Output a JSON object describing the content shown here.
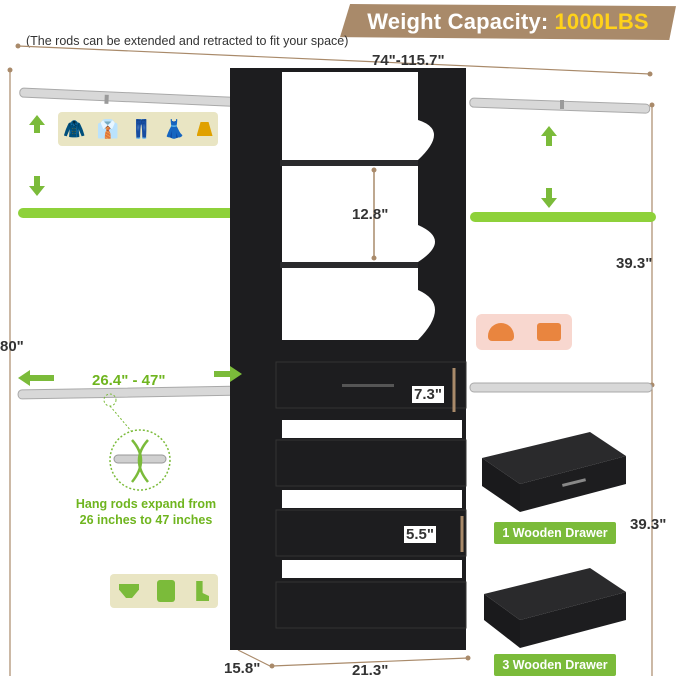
{
  "banner": {
    "label": "Weight Capacity:",
    "value": "1000LBS"
  },
  "note": "(The rods can be extended and retracted to fit your space)",
  "dims": {
    "width_range": "74\"-115.7\"",
    "height": "80\"",
    "rod_height_upper": "39.3\"",
    "rod_height_lower": "39.3\"",
    "shelf_gap": "12.8\"",
    "drawer_small": "7.3\"",
    "drawer_deep": "5.5\"",
    "rod_range": "26.4\" - 47\"",
    "depth": "15.8\"",
    "width": "21.3\""
  },
  "rod_caption": "Hang rods expand from\n26 inches to 47 inches",
  "drawer_labels": {
    "one": "1 Wooden Drawer",
    "three": "3 Wooden Drawer"
  },
  "icons": {
    "clothes": [
      "sweater-icon",
      "shirt-icon",
      "pants-icon",
      "dress-icon",
      "skirt-icon"
    ],
    "accessories": [
      "hat-icon",
      "handbag-icon"
    ],
    "kids": [
      "underwear-icon",
      "onesie-icon",
      "sock-icon"
    ]
  },
  "colors": {
    "accent_green": "#7bbb3a",
    "banner_brown": "#a98a6a",
    "banner_yellow": "#ffd21a",
    "cabinet": "#1d1d1f"
  }
}
